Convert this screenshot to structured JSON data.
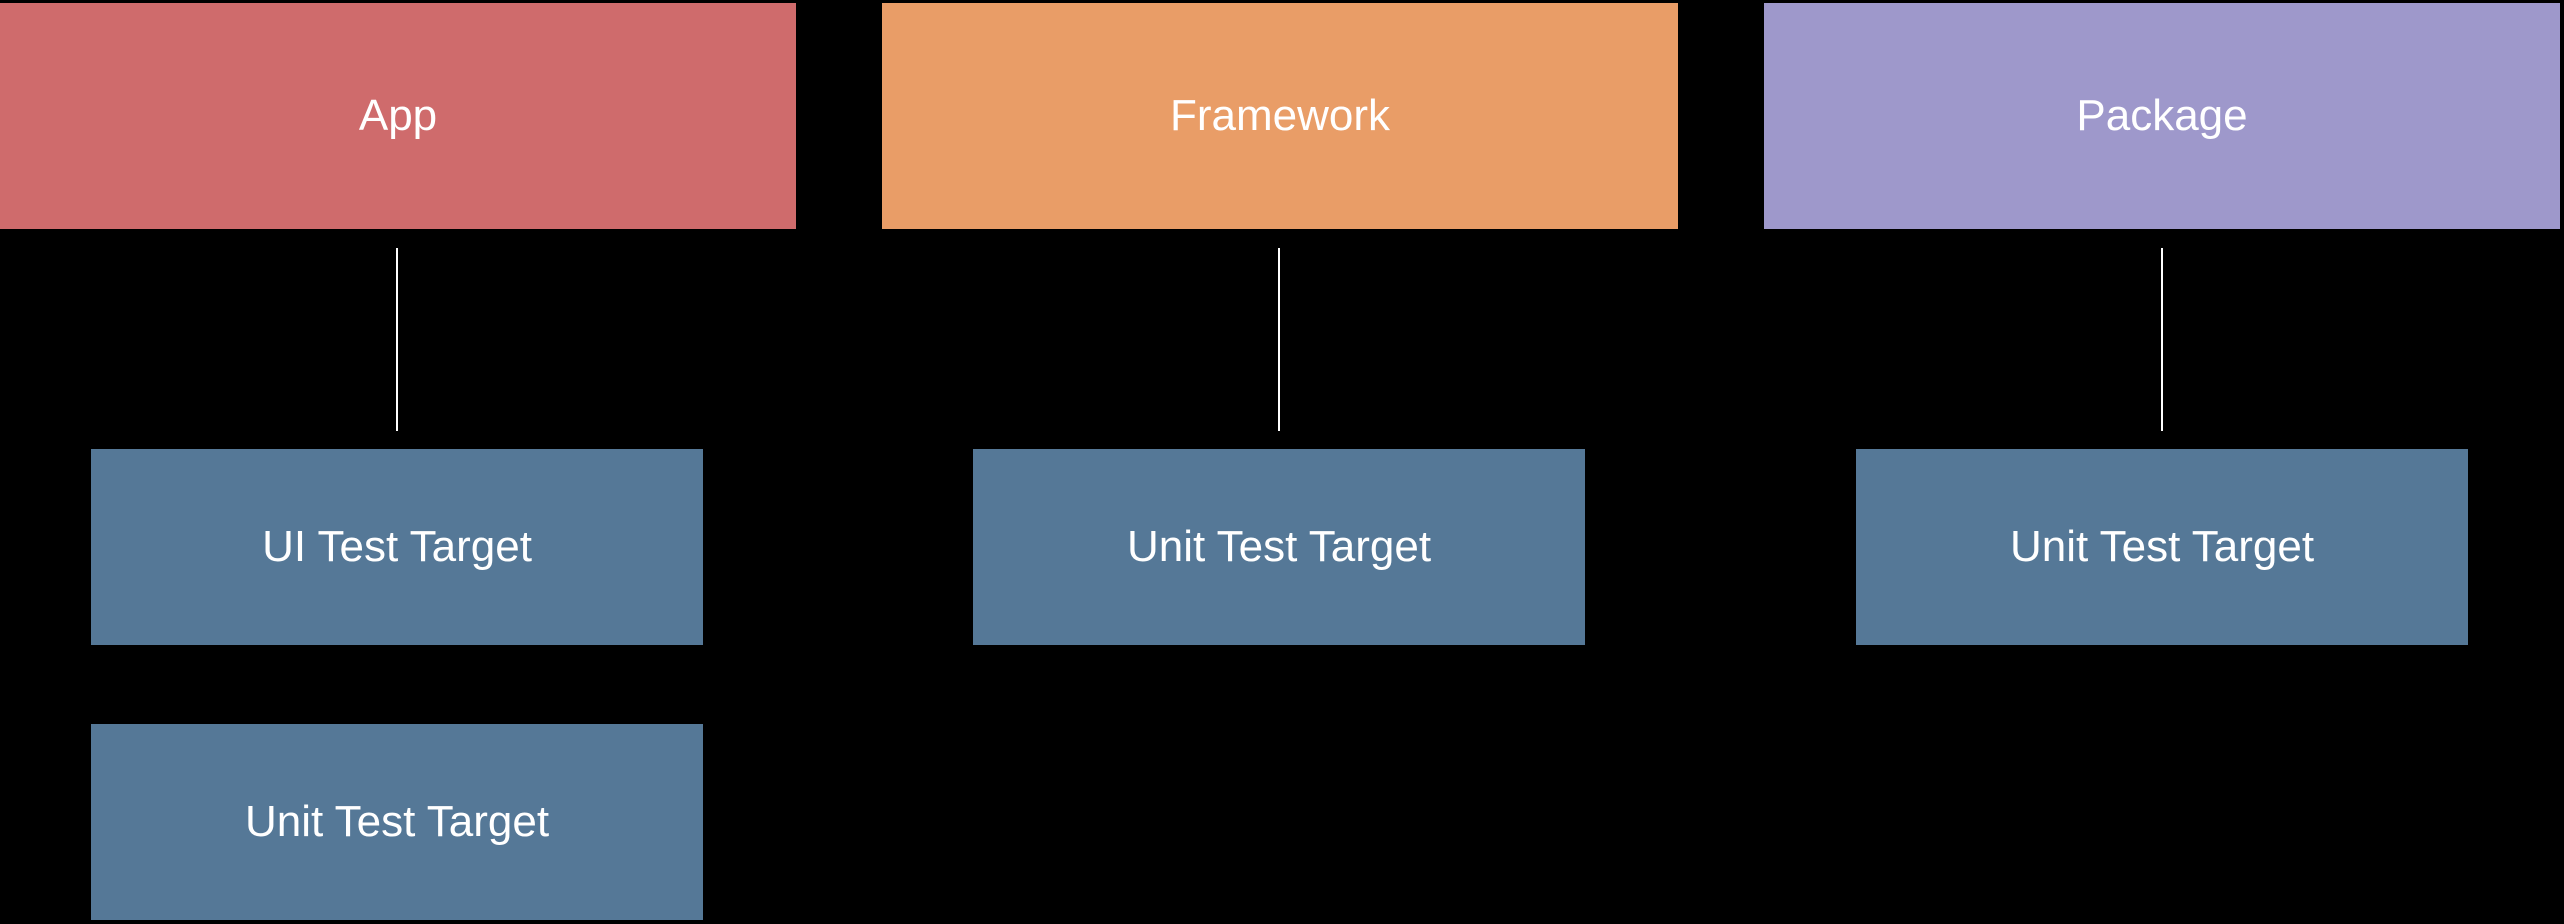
{
  "colors": {
    "background": "#000000",
    "app": "#cf6b6c",
    "framework": "#e99d67",
    "package": "#9e98cb",
    "test_target": "#557897",
    "connector": "#ffffff",
    "text": "#ffffff"
  },
  "nodes": {
    "app": {
      "label": "App"
    },
    "framework": {
      "label": "Framework"
    },
    "package": {
      "label": "Package"
    },
    "app_ui_test": {
      "label": "UI Test Target"
    },
    "app_unit_test": {
      "label": "Unit Test Target"
    },
    "framework_unit_test": {
      "label": "Unit Test Target"
    },
    "package_unit_test": {
      "label": "Unit Test Target"
    }
  }
}
